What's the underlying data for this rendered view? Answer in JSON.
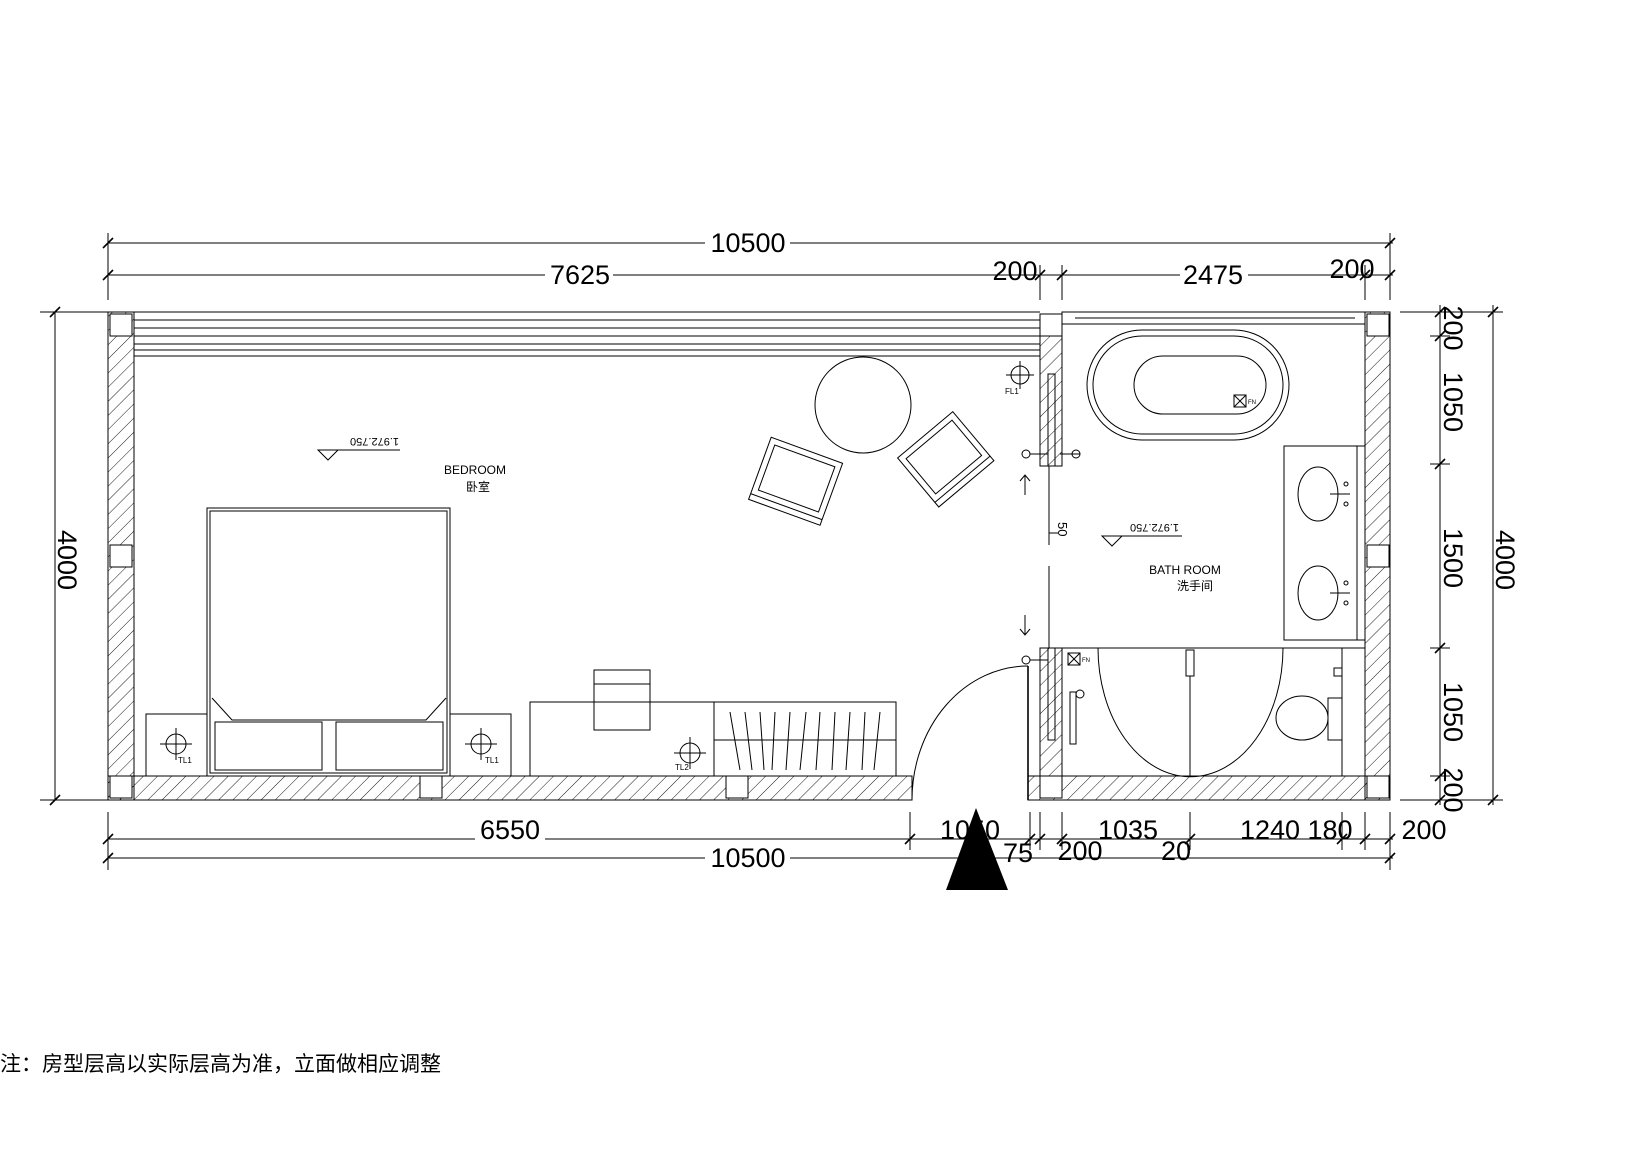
{
  "dimensions": {
    "top_total": "10500",
    "top_bedroom": "7625",
    "top_wall_mid": "200",
    "top_bath": "2475",
    "top_wall_right": "200",
    "bottom_bedroom": "6550",
    "bottom_door": "1050",
    "bottom_75": "75",
    "bottom_200a": "200",
    "bottom_1035": "1035",
    "bottom_20": "20",
    "bottom_1240": "1240",
    "bottom_180": "180",
    "bottom_200b": "200",
    "bottom_total": "10500",
    "left_height": "4000",
    "right_height": "4000",
    "right_200_top": "200",
    "right_1050_top": "1050",
    "right_1500": "1500",
    "right_1050_bottom": "1050",
    "right_200_bottom": "200",
    "bath_partition_50": "50"
  },
  "rooms": {
    "bedroom_en": "BEDROOM",
    "bedroom_cn": "卧室",
    "bedroom_level": "1.972.750",
    "bathroom_en": "BATH ROOM",
    "bathroom_cn": "洗手间",
    "bathroom_level": "1.972.750"
  },
  "fixtures": {
    "fl1": "FL1",
    "tl1_left": "TL1",
    "tl1_right": "TL1",
    "tl2": "TL2",
    "fn_tub": "FN",
    "fn_shower": "FN"
  },
  "note": "注：房型层高以实际层高为准，立面做相应调整"
}
